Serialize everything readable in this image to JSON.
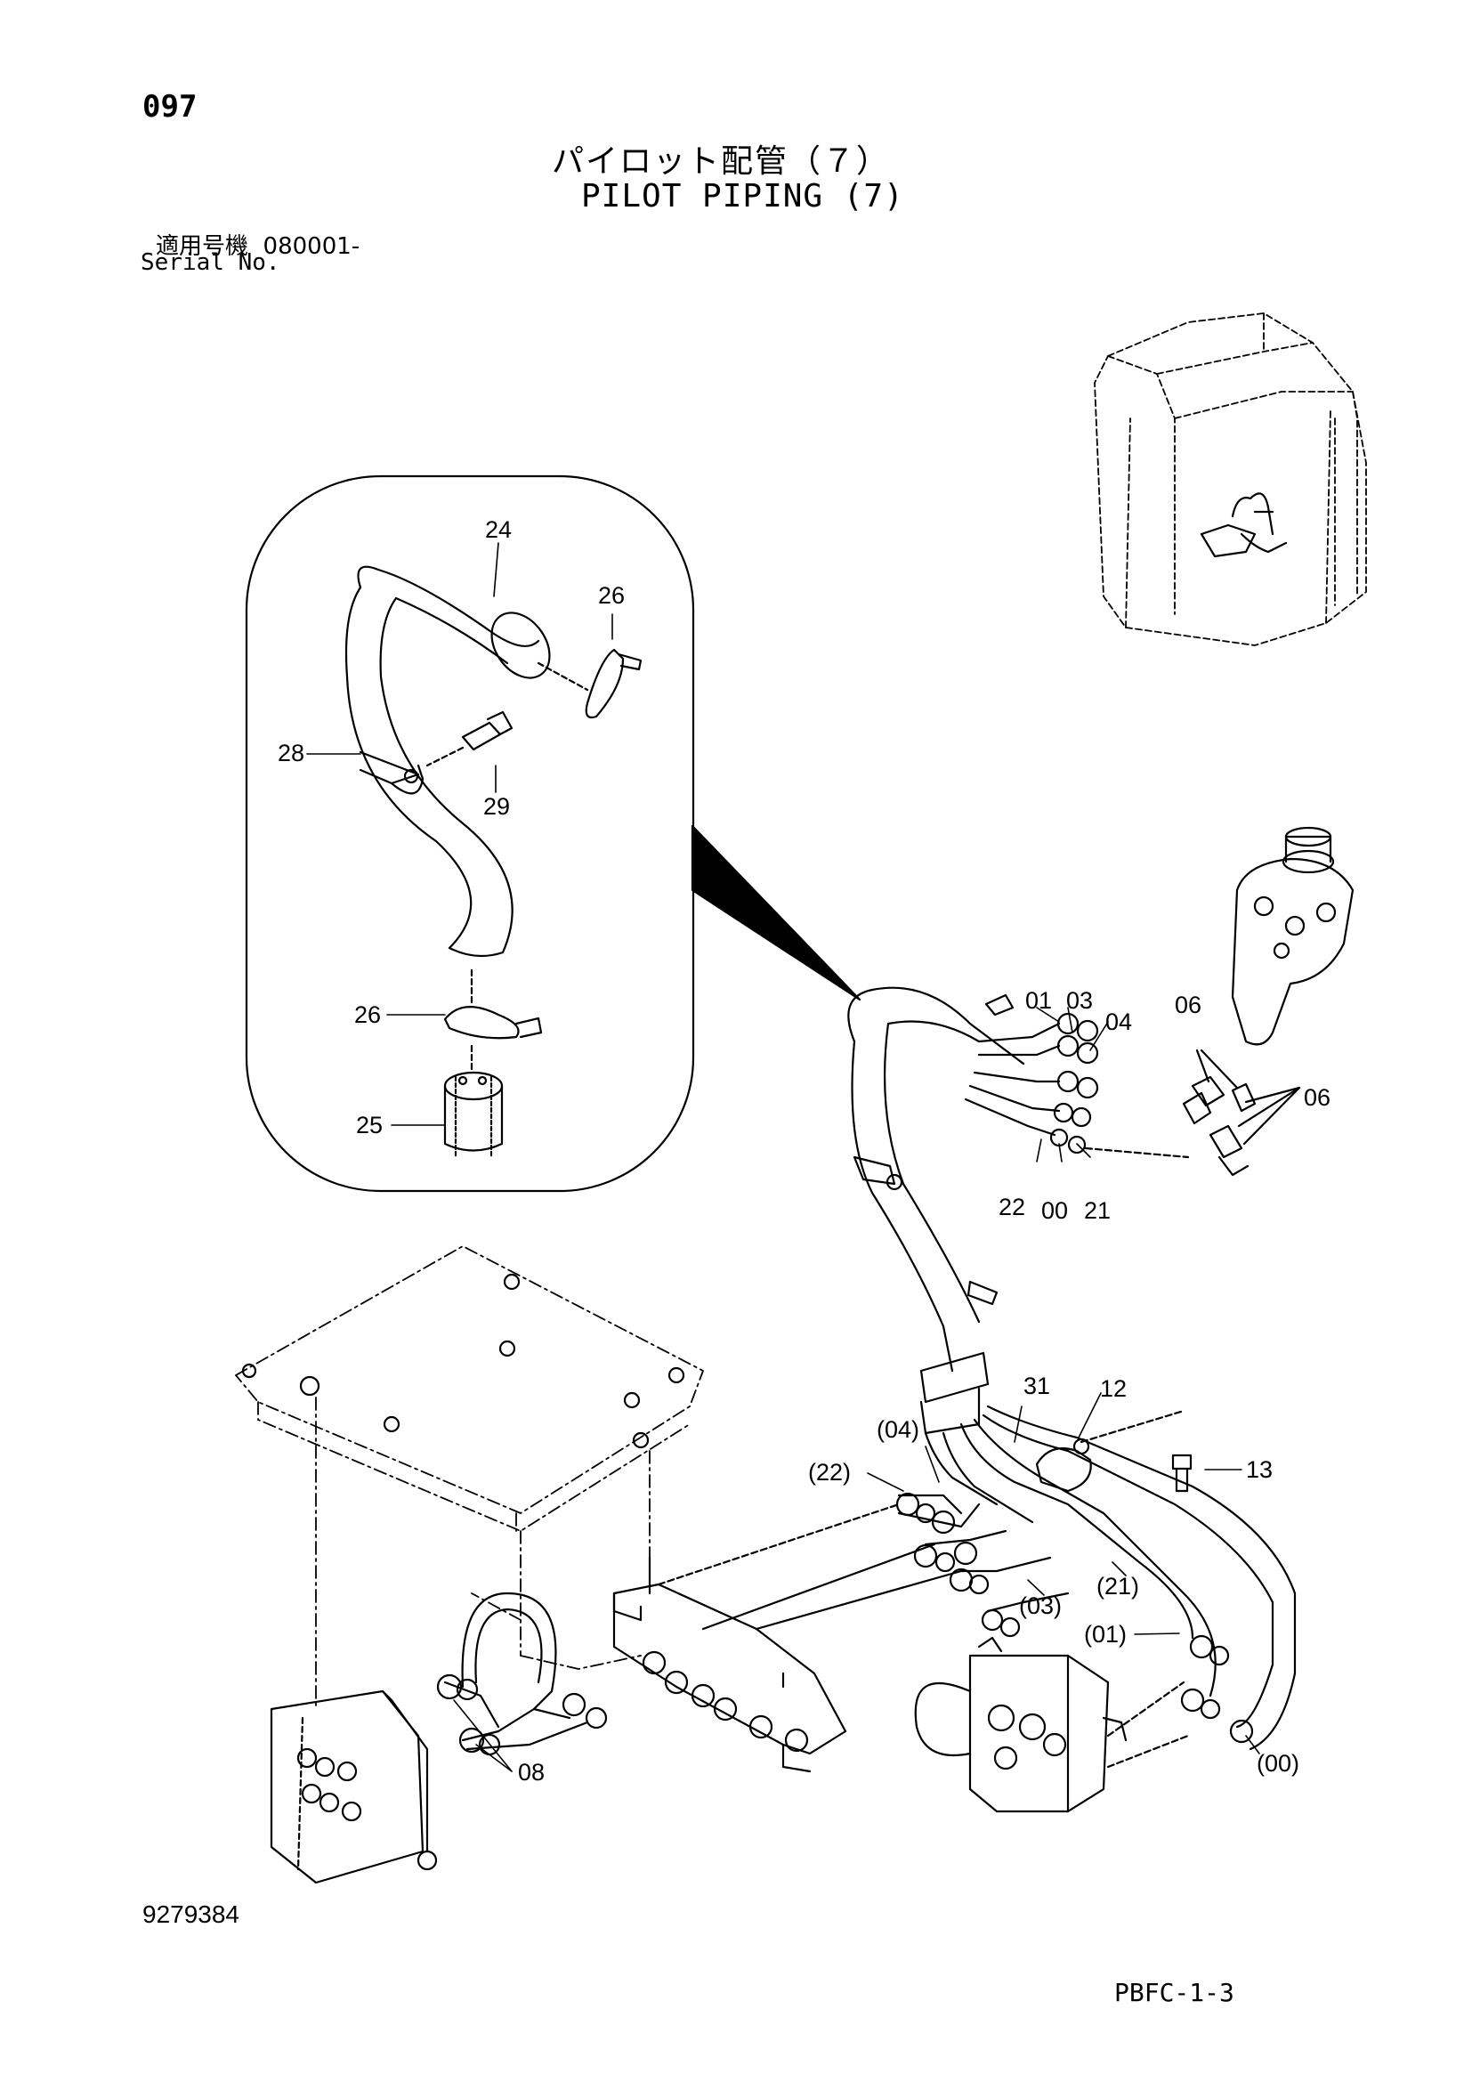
{
  "header": {
    "page_number": "097",
    "title_jp": "パイロット配管（７）",
    "title_en": "PILOT PIPING (7)",
    "serial_label_jp": "適用号機",
    "serial_value": "080001-",
    "serial_label_en": "Serial No."
  },
  "footer": {
    "drawing_number": "9279384",
    "sheet_reference": "PBFC-1-3"
  },
  "callouts": {
    "c24": "24",
    "c26a": "26",
    "c28": "28",
    "c29": "29",
    "c26b": "26",
    "c25": "25",
    "c01": "01",
    "c03": "03",
    "c04": "04",
    "c06a": "06",
    "c06b": "06",
    "c22": "22",
    "c00": "00",
    "c21": "21",
    "c31": "31",
    "c12": "12",
    "c13": "13",
    "p04": "(04)",
    "p22": "(22)",
    "p03": "(03)",
    "p21": "(21)",
    "p01": "(01)",
    "p00": "(00)",
    "c08": "08"
  }
}
